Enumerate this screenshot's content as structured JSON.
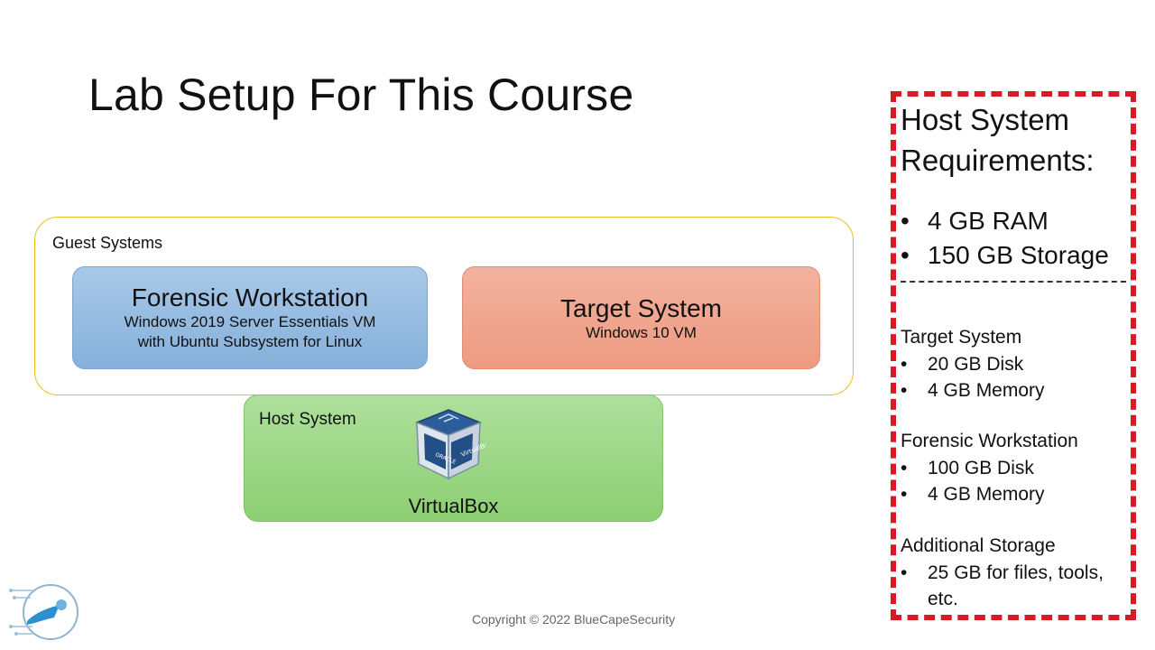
{
  "title": "Lab Setup For This Course",
  "guest": {
    "label": "Guest Systems",
    "forensic": {
      "title": "Forensic Workstation",
      "line1": "Windows 2019 Server Essentials VM",
      "line2": "with Ubuntu Subsystem for Linux"
    },
    "target": {
      "title": "Target System",
      "line1": "Windows 10 VM"
    }
  },
  "host": {
    "label": "Host System",
    "app": "VirtualBox",
    "icon": "virtualbox-icon"
  },
  "requirements": {
    "title_line1": "Host System",
    "title_line2": "Requirements:",
    "bullet": "•",
    "main": [
      "4 GB RAM",
      "150 GB Storage"
    ],
    "divider": "-- -- -- -- -- -- -- -- -- -- -- -- -- -",
    "target": {
      "title": "Target System",
      "items": [
        "20 GB Disk",
        "4 GB Memory"
      ]
    },
    "forensic": {
      "title": "Forensic Workstation",
      "items": [
        "100 GB Disk",
        "4 GB Memory"
      ]
    },
    "additional": {
      "title": "Additional Storage",
      "items": [
        "25 GB for files, tools,",
        "etc."
      ]
    }
  },
  "footer": {
    "copyright": "Copyright © 2022 BlueCapeSecurity"
  },
  "colors": {
    "guest_border": "#e8c020",
    "forensic_fill": "#9dc0e4",
    "target_fill": "#f0a68c",
    "host_fill": "#9ed886",
    "req_border": "#d81a24"
  },
  "logo": "bluecapesecurity-logo"
}
